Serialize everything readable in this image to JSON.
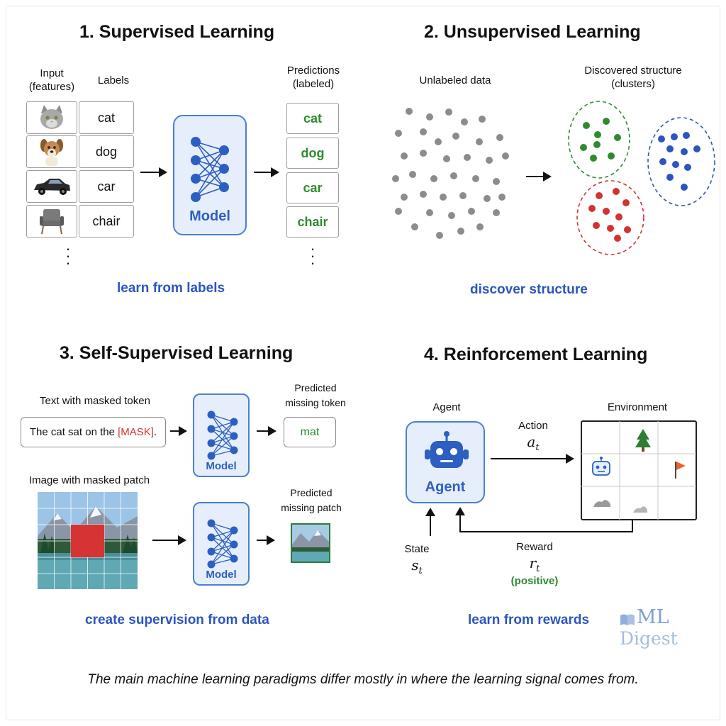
{
  "supervised": {
    "title": "1. Supervised Learning",
    "input_label": "Input\n(features)",
    "labels_header": "Labels",
    "predictions_header": "Predictions\n(labeled)",
    "labels": [
      "cat",
      "dog",
      "car",
      "chair"
    ],
    "predictions": [
      "cat",
      "dog",
      "car",
      "chair"
    ],
    "model_label": "Model",
    "caption": "learn from labels"
  },
  "unsupervised": {
    "title": "2. Unsupervised Learning",
    "unlabeled_label": "Unlabeled data",
    "discovered_label": "Discovered structure\n(clusters)",
    "caption": "discover structure",
    "cluster_colors": [
      "#2e8b2e",
      "#2b55c0",
      "#d23232"
    ]
  },
  "self_supervised": {
    "title": "3. Self-Supervised Learning",
    "text_label": "Text with masked token",
    "sentence_prefix": "The cat sat on the ",
    "mask_token": "[MASK]",
    "sentence_suffix": ".",
    "predicted_token_label": "Predicted\nmissing token",
    "predicted_token": "mat",
    "image_label": "Image with masked patch",
    "predicted_patch_label": "Predicted\nmissing patch",
    "model_label": "Model",
    "caption": "create supervision from data"
  },
  "reinforcement": {
    "title": "4. Reinforcement Learning",
    "agent_header": "Agent",
    "agent_box_label": "Agent",
    "environment_header": "Environment",
    "action_label": "Action",
    "action_symbol": "a",
    "action_sub": "t",
    "state_label": "State",
    "state_symbol": "s",
    "state_sub": "t",
    "reward_label": "Reward",
    "reward_symbol": "r",
    "reward_sub": "t",
    "reward_note": "(positive)",
    "caption": "learn from rewards"
  },
  "logo": {
    "line1": "ML",
    "line2": "Digest"
  },
  "footer": "The main machine learning paradigms differ mostly in where the learning signal comes from."
}
